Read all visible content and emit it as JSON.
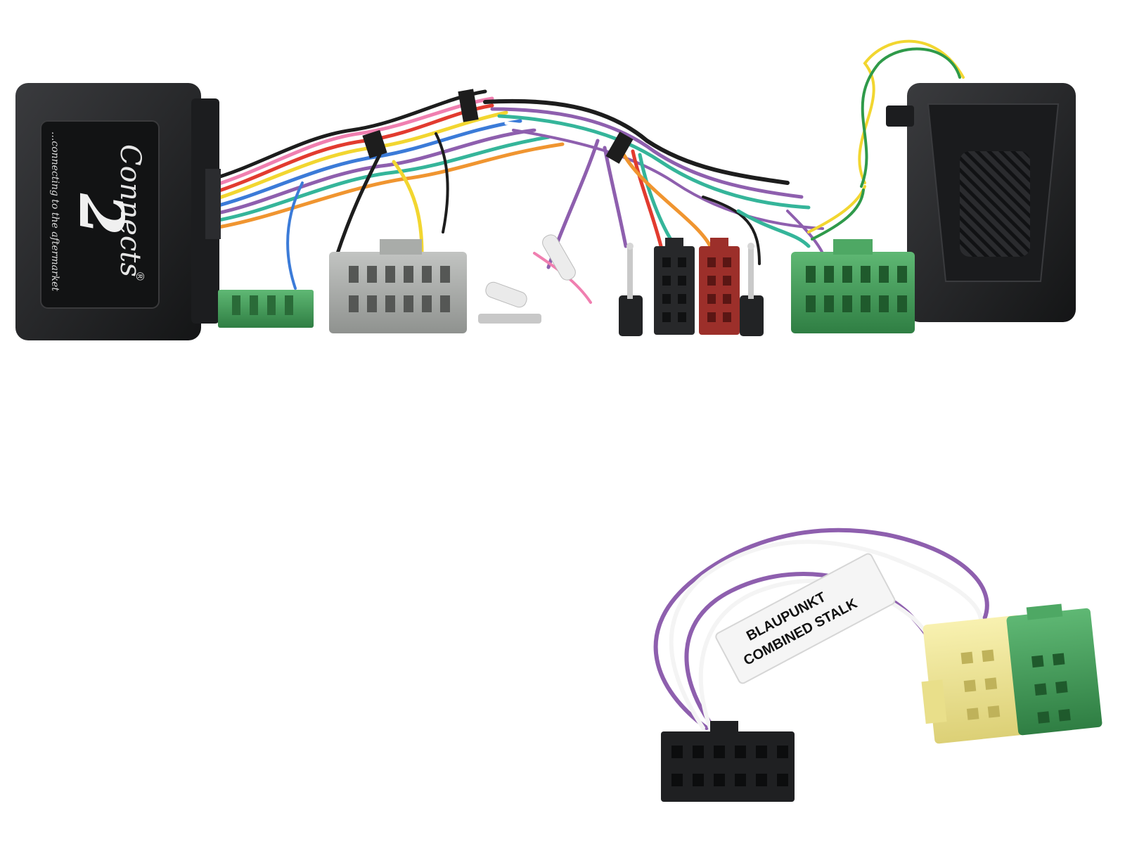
{
  "logo": {
    "brand": "Connects",
    "numeral": "2",
    "registered": "®",
    "tagline": "...connecting to the aftermarket"
  },
  "cable_label": {
    "line1": "BLAUPUNKT",
    "line2": "COMBINED STALK"
  },
  "colors": {
    "module": "#1f2022",
    "green_connector": "#3f9a56",
    "grey_connector": "#a5a8a6",
    "black_iso": "#27282a",
    "red_iso": "#9c2f2a",
    "yellow_connector": "#f1e795",
    "purple_wire": "#8e5fae",
    "white_wire": "#f4f4f4"
  },
  "icons": [
    "speaker-grille-icon",
    "logo-icon"
  ]
}
